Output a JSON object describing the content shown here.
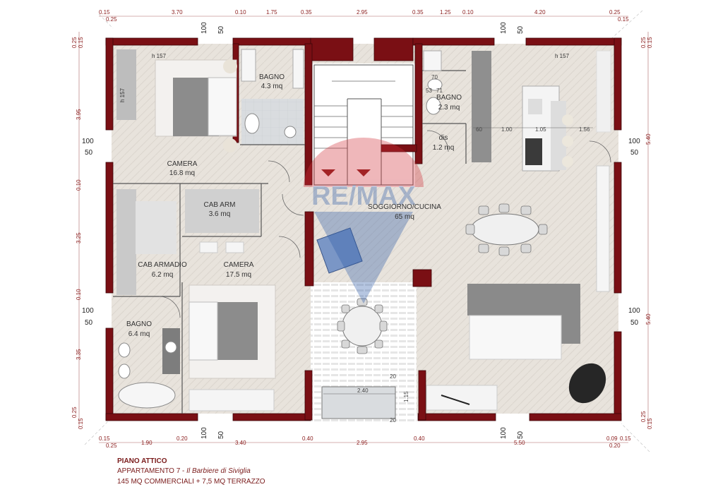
{
  "caption": {
    "title": "PIANO ATTICO",
    "apartment": "APPARTAMENTO 7 - ",
    "apartment_name": "Il Barbiere di Siviglia",
    "area": "145 MQ COMMERCIALI + 7,5 MQ TERRAZZO"
  },
  "watermark": "RE/MAX",
  "rooms": {
    "bagno1": {
      "name": "BAGNO",
      "area": "4.3 mq"
    },
    "bagno2": {
      "name": "BAGNO",
      "area": "2.3 mq"
    },
    "dis": {
      "name": "dis",
      "area": "1.2 mq"
    },
    "camera1": {
      "name": "CAMERA",
      "area": "16.8 mq"
    },
    "cab_arm": {
      "name": "CAB ARM",
      "area": "3.6 mq"
    },
    "soggiorno": {
      "name": "SOGGIORNO/CUCINA",
      "area": "65 mq"
    },
    "cab_armadio": {
      "name": "CAB ARMADIO",
      "area": "6.2 mq"
    },
    "camera2": {
      "name": "CAMERA",
      "area": "17.5 mq"
    },
    "bagno3": {
      "name": "BAGNO",
      "area": "6.4 mq"
    }
  },
  "heights": {
    "h1": "h 157",
    "h2": "h 157",
    "h3": "h 157"
  },
  "dims_top": [
    "0.15",
    "0.25",
    "3.70",
    "0.10",
    "1.75",
    "0.35",
    "2.95",
    "0.35",
    "1.25",
    "0.10",
    "4.20",
    "0.25",
    "0.15"
  ],
  "dims_bottom": [
    "0.15",
    "0.25",
    "1.90",
    "0.20",
    "3.40",
    "0.40",
    "2.95",
    "0.40",
    "5.50",
    "0.09",
    "0.20",
    "0.15"
  ],
  "dims_left": [
    "0.25",
    "0.15",
    "3.95",
    "0.10",
    "3.25",
    "0.10",
    "3.35",
    "0.25",
    "0.15"
  ],
  "dims_right": [
    "0.25",
    "0.15",
    "5.40",
    "5.40",
    "0.25",
    "0.15"
  ],
  "windows": [
    "100",
    "50"
  ],
  "interior_dims": [
    "70",
    "53",
    "71",
    "60",
    "1.00",
    "1.05",
    "1.56",
    "2.40",
    "20",
    "1.15",
    "20"
  ]
}
